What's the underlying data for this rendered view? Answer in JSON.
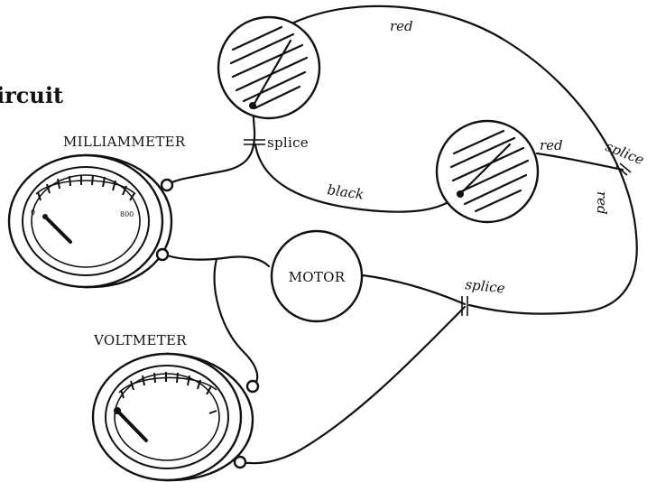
{
  "title": "ircuit",
  "labels": {
    "milliammeter": "MILLIAMMETER",
    "voltmeter": "VOLTMETER",
    "motor": "MOTOR"
  },
  "wire_labels": {
    "red_top": "red",
    "red_mid": "red",
    "red_vertical": "red",
    "black": "black"
  },
  "splice_labels": {
    "top": "splice",
    "right": "splice",
    "bottom": "splice"
  },
  "milliammeter_scale": {
    "min": "0",
    "max": "800"
  }
}
